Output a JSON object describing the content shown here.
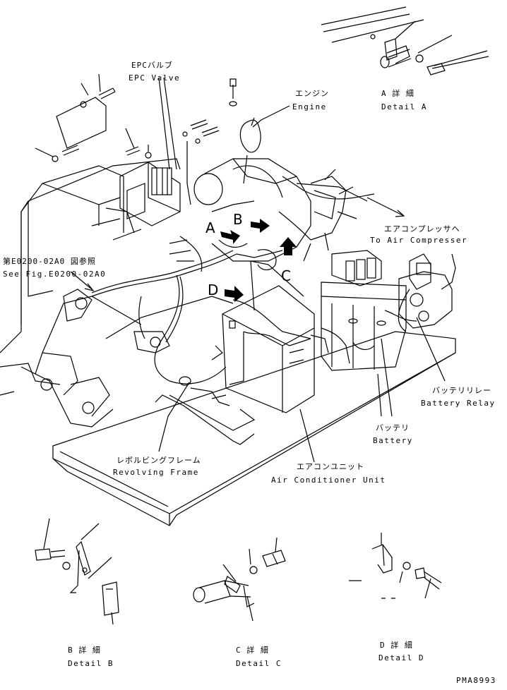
{
  "labels": {
    "epc_jp": "EPCバルブ",
    "epc_en": "EPC Valve",
    "engine_jp": "エンジン",
    "engine_en": "Engine",
    "detail_a_jp": "A 詳 細",
    "detail_a_en": "Detail A",
    "aircomp_jp": "エアコンプレッサへ",
    "aircomp_en": "To Air Compresser",
    "seefig_jp": "第E0200-02A0 図参照",
    "seefig_en": "See Fig.E0200-02A0",
    "battery_relay_jp": "バッテリリレー",
    "battery_relay_en": "Battery Relay",
    "battery_jp": "バッテリ",
    "battery_en": "Battery",
    "frame_jp": "レボルビングフレーム",
    "frame_en": "Revolving Frame",
    "acunit_jp": "エアコンユニット",
    "acunit_en": "Air Conditioner Unit",
    "detail_b_jp": "B 詳 細",
    "detail_b_en": "Detail B",
    "detail_c_jp": "C 詳 細",
    "detail_c_en": "Detail C",
    "detail_d_jp": "D 詳 細",
    "detail_d_en": "Detail D",
    "drawing_no": "PMA8993"
  },
  "callouts": {
    "a": "A",
    "b": "B",
    "c": "C",
    "d": "D"
  }
}
